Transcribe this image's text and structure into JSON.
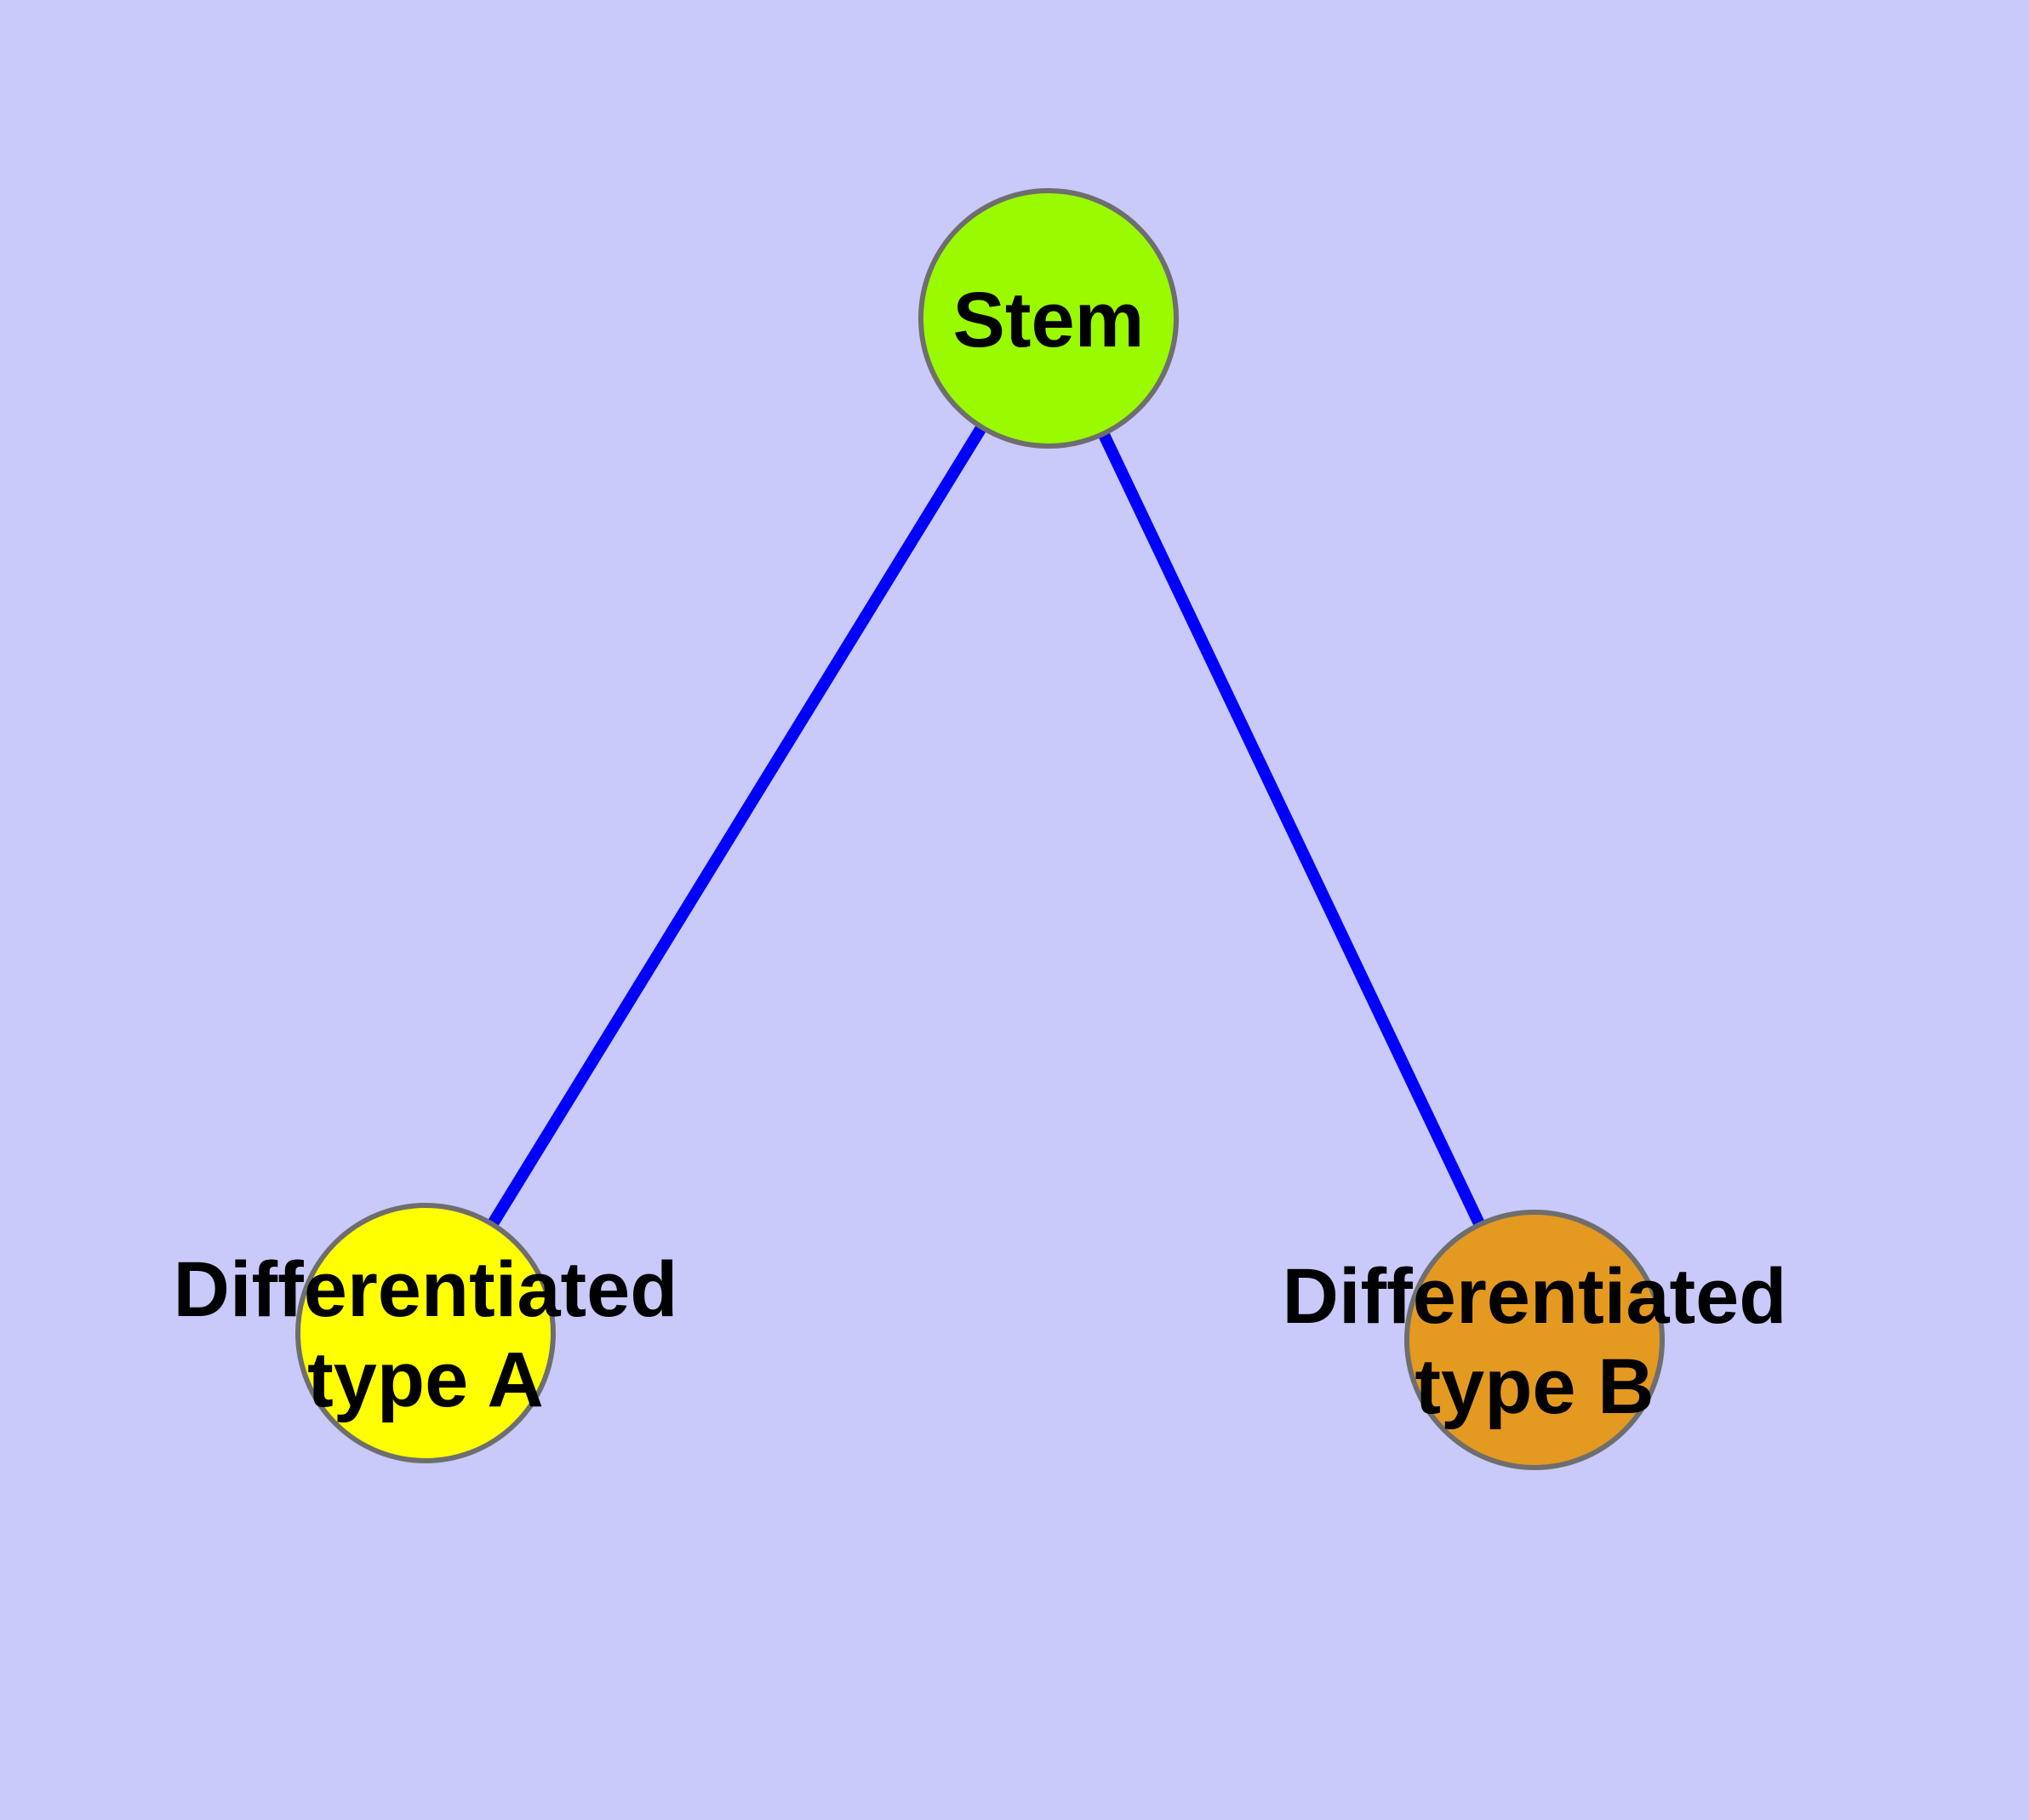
{
  "diagram": {
    "background_color": "#C9C9FA",
    "edge_color": "#0000FB",
    "node_border_color": "#6E6E6E",
    "text_color": "#000000",
    "nodes": [
      {
        "id": "stem",
        "label": "Stem",
        "fill": "#9AFA00"
      },
      {
        "id": "differentiated-type-a",
        "label_line1": "Differentiated",
        "label_line2": "type A",
        "fill": "#FFFF00"
      },
      {
        "id": "differentiated-type-b",
        "label_line1": "Differentiated",
        "label_line2": "type B",
        "fill": "#E49920"
      }
    ],
    "edges": [
      {
        "from": "Stem",
        "to": "Differentiated type A"
      },
      {
        "from": "Stem",
        "to": "Differentiated type B"
      }
    ]
  }
}
